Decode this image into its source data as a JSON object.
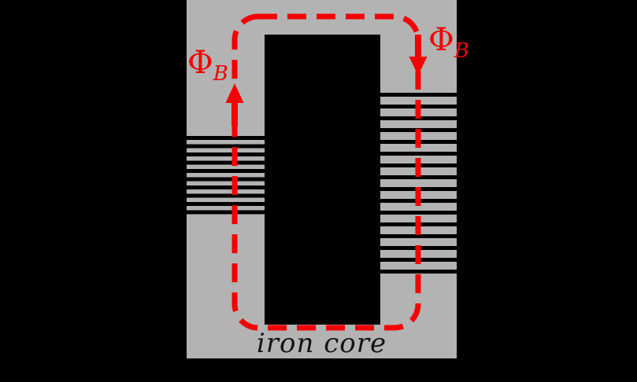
{
  "figure": {
    "type": "transformer-iron-core-diagram",
    "colors": {
      "background": "#000000",
      "core_gray": "#b3b3b3",
      "flux_red": "#f40000",
      "winding_black": "#000000",
      "caption_black": "#141414"
    },
    "core": {
      "caption": "iron core"
    },
    "flux_path": {
      "style": "red-dashed-rounded-loop",
      "left_label": {
        "symbol": "Φ",
        "subscript": "B"
      },
      "right_label": {
        "symbol": "Φ",
        "subscript": "B"
      },
      "left_arrow_direction": "up",
      "right_arrow_direction": "down"
    },
    "windings": {
      "left": {
        "turns_visible": 10
      },
      "right": {
        "turns_visible": 16
      }
    }
  }
}
